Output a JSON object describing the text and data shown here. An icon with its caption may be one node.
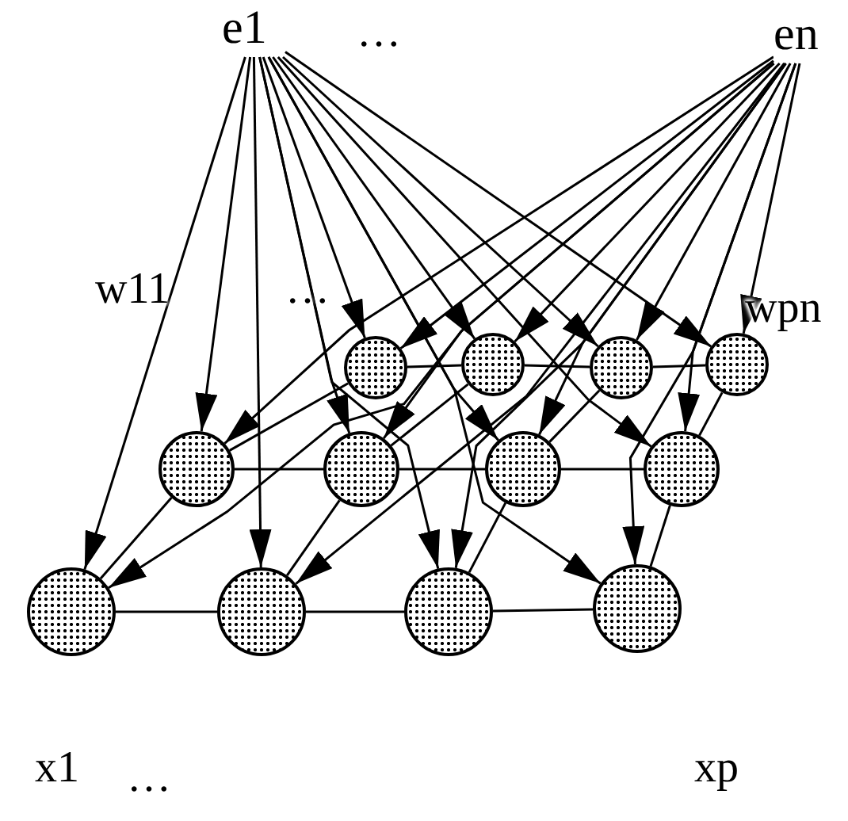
{
  "diagram": {
    "nodes": [
      {
        "text": [
          "e1"
        ]
      },
      {
        "text": [
          "en"
        ]
      },
      {
        "text": [],
        "shape": "circle"
      },
      {
        "text": [],
        "shape": "circle"
      },
      {
        "text": [],
        "shape": "circle"
      },
      {
        "text": [],
        "shape": "circle"
      },
      {
        "text": [],
        "shape": "circle"
      },
      {
        "text": [],
        "shape": "circle"
      },
      {
        "text": [],
        "shape": "circle"
      },
      {
        "text": [],
        "shape": "circle"
      },
      {
        "text": [],
        "shape": "circle"
      },
      {
        "text": [],
        "shape": "circle"
      },
      {
        "text": [],
        "shape": "circle"
      },
      {
        "text": [],
        "shape": "circle"
      }
    ],
    "edges": [
      {
        "from": 0,
        "to": 2,
        "arrow": "to"
      },
      {
        "from": 0,
        "to": 3,
        "arrow": "to"
      },
      {
        "from": 0,
        "to": 4,
        "arrow": "to"
      },
      {
        "from": 0,
        "to": 5,
        "arrow": "to"
      },
      {
        "from": 0,
        "to": 6,
        "arrow": "to"
      },
      {
        "from": 0,
        "to": 7,
        "arrow": "to"
      },
      {
        "from": 0,
        "to": 8,
        "arrow": "to"
      },
      {
        "from": 0,
        "to": 9,
        "arrow": "to"
      },
      {
        "from": 0,
        "to": 10,
        "arrow": "to"
      },
      {
        "from": 0,
        "to": 11,
        "arrow": "to"
      },
      {
        "from": 0,
        "to": 12,
        "arrow": "to"
      },
      {
        "from": 0,
        "to": 13,
        "arrow": "to"
      },
      {
        "from": 1,
        "to": 2,
        "arrow": "to"
      },
      {
        "from": 1,
        "to": 3,
        "arrow": "to"
      },
      {
        "from": 1,
        "to": 4,
        "arrow": "to"
      },
      {
        "from": 1,
        "to": 5,
        "arrow": "to"
      },
      {
        "from": 1,
        "to": 6,
        "arrow": "to"
      },
      {
        "from": 1,
        "to": 7,
        "arrow": "to"
      },
      {
        "from": 1,
        "to": 8,
        "arrow": "to"
      },
      {
        "from": 1,
        "to": 9,
        "arrow": "to"
      },
      {
        "from": 1,
        "to": 10,
        "arrow": "to"
      },
      {
        "from": 1,
        "to": 11,
        "arrow": "to"
      },
      {
        "from": 1,
        "to": 12,
        "arrow": "to"
      },
      {
        "from": 1,
        "to": 13,
        "arrow": "to"
      },
      {
        "from": 2,
        "to": 3,
        "arrow": "none"
      },
      {
        "from": 3,
        "to": 4,
        "arrow": "none"
      },
      {
        "from": 4,
        "to": 5,
        "arrow": "none"
      },
      {
        "from": 6,
        "to": 7,
        "arrow": "none"
      },
      {
        "from": 7,
        "to": 8,
        "arrow": "none"
      },
      {
        "from": 8,
        "to": 9,
        "arrow": "none"
      },
      {
        "from": 10,
        "to": 11,
        "arrow": "none"
      },
      {
        "from": 11,
        "to": 12,
        "arrow": "none"
      },
      {
        "from": 12,
        "to": 13,
        "arrow": "none"
      },
      {
        "from": 2,
        "to": 6,
        "arrow": "none"
      },
      {
        "from": 3,
        "to": 7,
        "arrow": "none"
      },
      {
        "from": 4,
        "to": 8,
        "arrow": "none"
      },
      {
        "from": 5,
        "to": 9,
        "arrow": "none"
      },
      {
        "from": 6,
        "to": 10,
        "arrow": "none"
      },
      {
        "from": 7,
        "to": 11,
        "arrow": "none"
      },
      {
        "from": 8,
        "to": 12,
        "arrow": "none"
      },
      {
        "from": 9,
        "to": 13,
        "arrow": "none"
      }
    ],
    "labels": [
      "…",
      "w11",
      "…",
      "wpn",
      "x1",
      "…",
      "xp"
    ]
  }
}
